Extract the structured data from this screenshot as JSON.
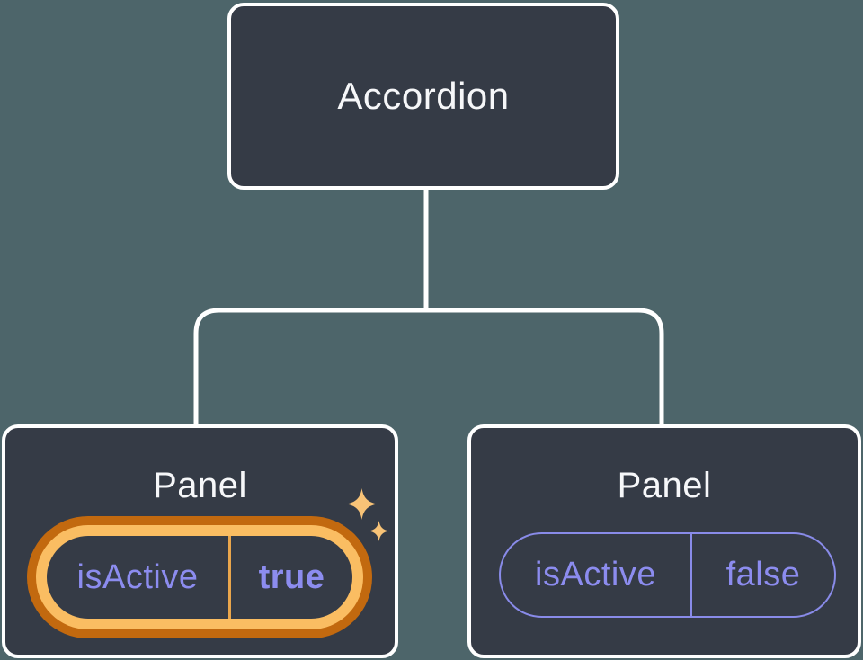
{
  "diagram": {
    "description": "Component tree diagram: Accordion parent with two Panel children sharing isActive state",
    "root": {
      "label": "Accordion"
    },
    "children": [
      {
        "label": "Panel",
        "prop_name": "isActive",
        "prop_value": "true",
        "highlighted": true,
        "decoration": "sparkles"
      },
      {
        "label": "Panel",
        "prop_name": "isActive",
        "prop_value": "false",
        "highlighted": false,
        "decoration": null
      }
    ]
  },
  "colors": {
    "background": "#4D656A",
    "node_fill": "#353B46",
    "node_border": "#FFFFFF",
    "connector": "#FFFFFF",
    "title_text": "#F6F7F9",
    "prop_text": "#8C8CEF",
    "highlight_ring_light": "#FABD62",
    "highlight_ring_dark": "#C2690F",
    "highlight_divider": "#EAA64C",
    "sparkle": "#F8C377",
    "inactive_pill_border": "#898BE9"
  }
}
